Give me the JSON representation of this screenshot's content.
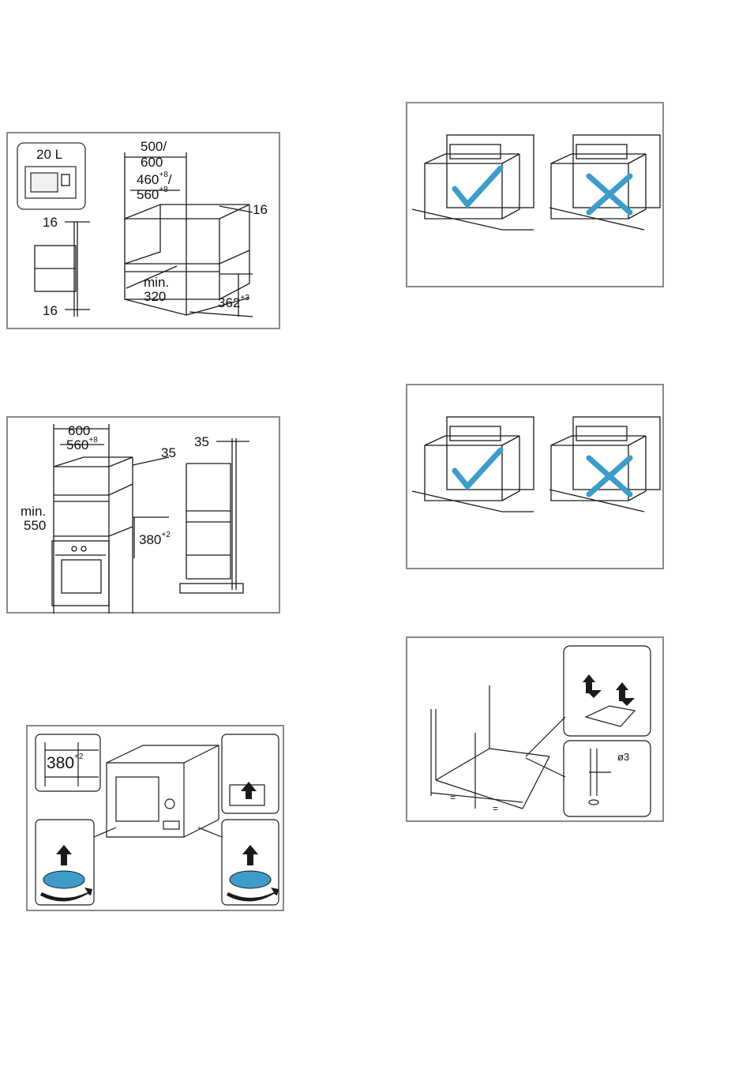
{
  "panel1": {
    "capacity": "20 L",
    "width_a": "500/",
    "width_b": "600",
    "inner_a": "460",
    "inner_a_sup": "+8",
    "inner_a_slash": "/",
    "inner_b": "560",
    "inner_b_sup": "+8",
    "depth_right": "16",
    "side_top": "16",
    "side_bottom": "16",
    "min_label": "min.",
    "min_value": "320",
    "height": "362",
    "height_sup": "+3"
  },
  "panel2": {
    "width": "600",
    "inner": "560",
    "inner_sup": "+8",
    "depth": "35",
    "side": "35",
    "min_label": "min.",
    "min_value": "550",
    "height": "380",
    "height_sup": "+2"
  },
  "panel3": {
    "height": "380",
    "height_sup": "+2"
  },
  "panel4": {},
  "panel5": {},
  "panel6": {
    "eq_left": "=",
    "eq_right": "=",
    "drill": "ø3"
  },
  "colors": {
    "border": "#8a8a8a",
    "accent_blue": "#3d9cc9",
    "line": "#1a1a1a"
  }
}
